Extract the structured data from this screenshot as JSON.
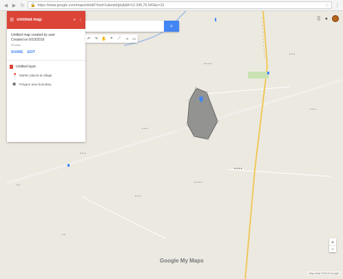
{
  "browser": {
    "back_icon": "back-arrow-icon",
    "forward_icon": "forward-arrow-icon",
    "reload_icon": "reload-icon",
    "url": "https://www.google.com/maps/d/edit?mid=1abcdefghijk&ll=12.345,76.543&z=15",
    "star_icon": "star-icon",
    "menu_icon": "menu-dots-icon"
  },
  "panel": {
    "title": "Untitled map",
    "header_icon": "menu-icon",
    "info_lines": [
      "Untitled map created by user",
      "Created on 6/10/2016"
    ],
    "muted_line": "Private",
    "links": [
      "SHARE",
      "EDIT"
    ],
    "layer_title": "Untitled layer",
    "features": [
      {
        "icon": "marker-icon",
        "text": "Marker placed at village"
      },
      {
        "icon": "polygon-icon",
        "text": "Polygon area boundary"
      }
    ]
  },
  "search": {
    "placeholder": "",
    "button_icon": "search-icon"
  },
  "toolbar": {
    "tools": [
      "undo-icon",
      "redo-icon",
      "hand-icon",
      "marker-tool-icon",
      "line-tool-icon",
      "route-icon",
      "ruler-icon"
    ]
  },
  "map": {
    "polygon_fill": "#8a8a8a",
    "marker_color": "#4285f4"
  },
  "footer": {
    "logo": "Google My Maps",
    "attribution": "Map data ©2016 Google"
  },
  "zoom": {
    "in": "+",
    "out": "−"
  },
  "colors": {
    "accent_red": "#db4437",
    "accent_blue": "#4285f4",
    "map_bg": "#ece9e1"
  }
}
